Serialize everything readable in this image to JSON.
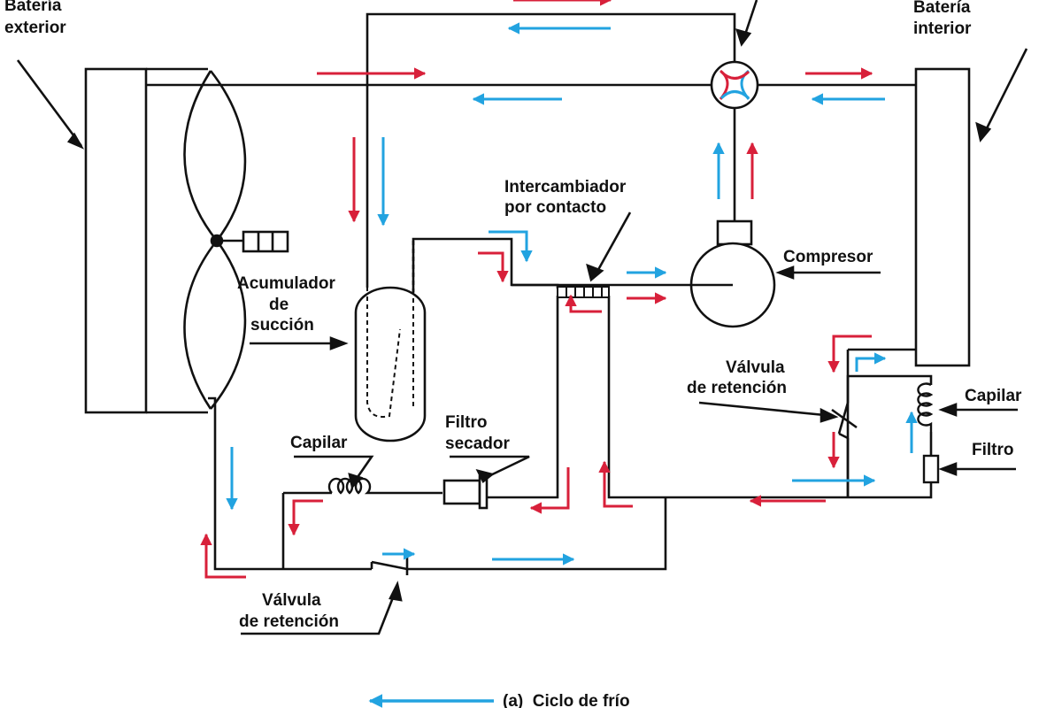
{
  "colors": {
    "line": "#111111",
    "red_arrow": "#d8203a",
    "blue_arrow": "#22a3e0"
  },
  "labels": {
    "bateria_exterior": [
      "Batería",
      "exterior"
    ],
    "bateria_interior": [
      "Batería",
      "interior"
    ],
    "intercambiador": [
      "Intercambiador",
      "por contacto"
    ],
    "compresor": "Compresor",
    "acumulador": [
      "Acumulador",
      "de",
      "succión"
    ],
    "valvula_retencion_right": [
      "Válvula",
      "de retención"
    ],
    "capilar_right": "Capilar",
    "filtro_right": "Filtro",
    "capilar_left": "Capilar",
    "filtro_secador": [
      "Filtro",
      "secador"
    ],
    "valvula_retencion_bottom": [
      "Válvula",
      "de retención"
    ]
  },
  "legend": {
    "text": "(a)  Ciclo de frío"
  }
}
